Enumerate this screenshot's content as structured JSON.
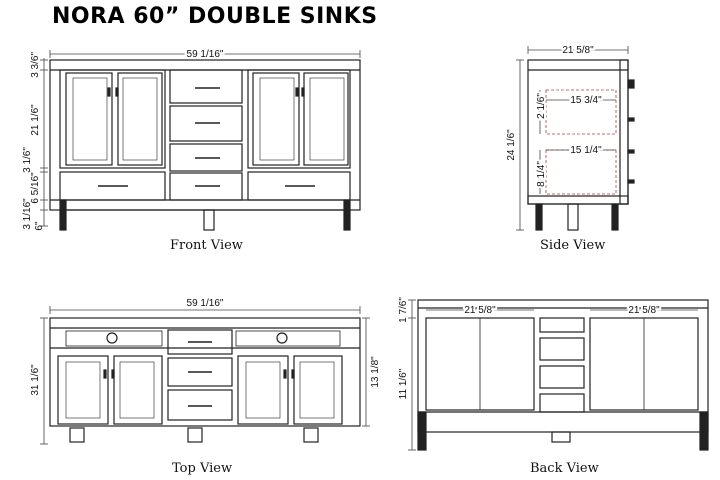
{
  "title": "NORA 60” DOUBLE SINKS",
  "views": {
    "front": {
      "caption": "Front View",
      "dims": {
        "width": "59 1/16\"",
        "top_rail": "3 3/6\"",
        "doors": "21 1/6\"",
        "drawer_band": "3 1/6\"",
        "drawer": "6 5/16\"",
        "toe_gap": "3 1/16\"",
        "foot": "6\""
      }
    },
    "side": {
      "caption": "Side View",
      "dims": {
        "depth": "21 5/8\"",
        "height": "24 1/6\"",
        "upper_shelf_width": "15 3/4\"",
        "upper_shelf_height": "2 1/6\"",
        "lower_shelf_width": "15 1/4\"",
        "lower_shelf_height": "8 1/4\""
      }
    },
    "top": {
      "caption": "Top View",
      "dims": {
        "width": "59 1/16\"",
        "left_height": "31 1/6\"",
        "right_height": "13 1/8\""
      }
    },
    "back": {
      "caption": "Back View",
      "dims": {
        "left_width": "21 5/8\"",
        "right_width": "21 5/8\"",
        "top_rail": "1 7/6\"",
        "height": "11 1/6\""
      }
    }
  },
  "colors": {
    "line": "#222222",
    "dim": "#444444",
    "accent_red": "#b04040"
  }
}
